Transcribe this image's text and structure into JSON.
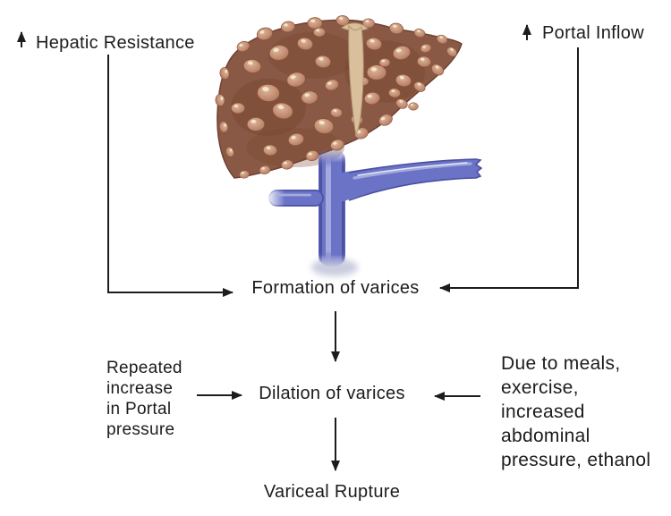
{
  "labels": {
    "hepatic_resistance": "Hepatic Resistance",
    "portal_inflow": "Portal Inflow",
    "formation": "Formation of varices",
    "dilation": "Dilation of varices",
    "rupture": "Variceal Rupture",
    "left_factor": "Repeated\nincrease\nin Portal\npressure",
    "right_factor": "Due to meals,\nexercise,\nincreased\nabdominal\npressure, ethanol"
  },
  "icons": {
    "hepatic_resistance_icon": "increase-arrow-icon",
    "portal_inflow_icon": "increase-arrow-icon"
  },
  "colors": {
    "ink": "#1c1c1c",
    "liver_base": "#8a5945",
    "liver_outline": "#6e4234",
    "liver_shade": "#76452f",
    "nodule": "#c28d72",
    "nodule_light": "#dcb49c",
    "nodule_dark": "#a06b52",
    "nodule_hilite": "#f3e6c4",
    "ligament": "#d9bf9b",
    "ligament_edge": "#b49672",
    "vein": "#6a73c6",
    "vein_dark": "#4a4f9f",
    "vein_hilite": "#aab0e0"
  }
}
